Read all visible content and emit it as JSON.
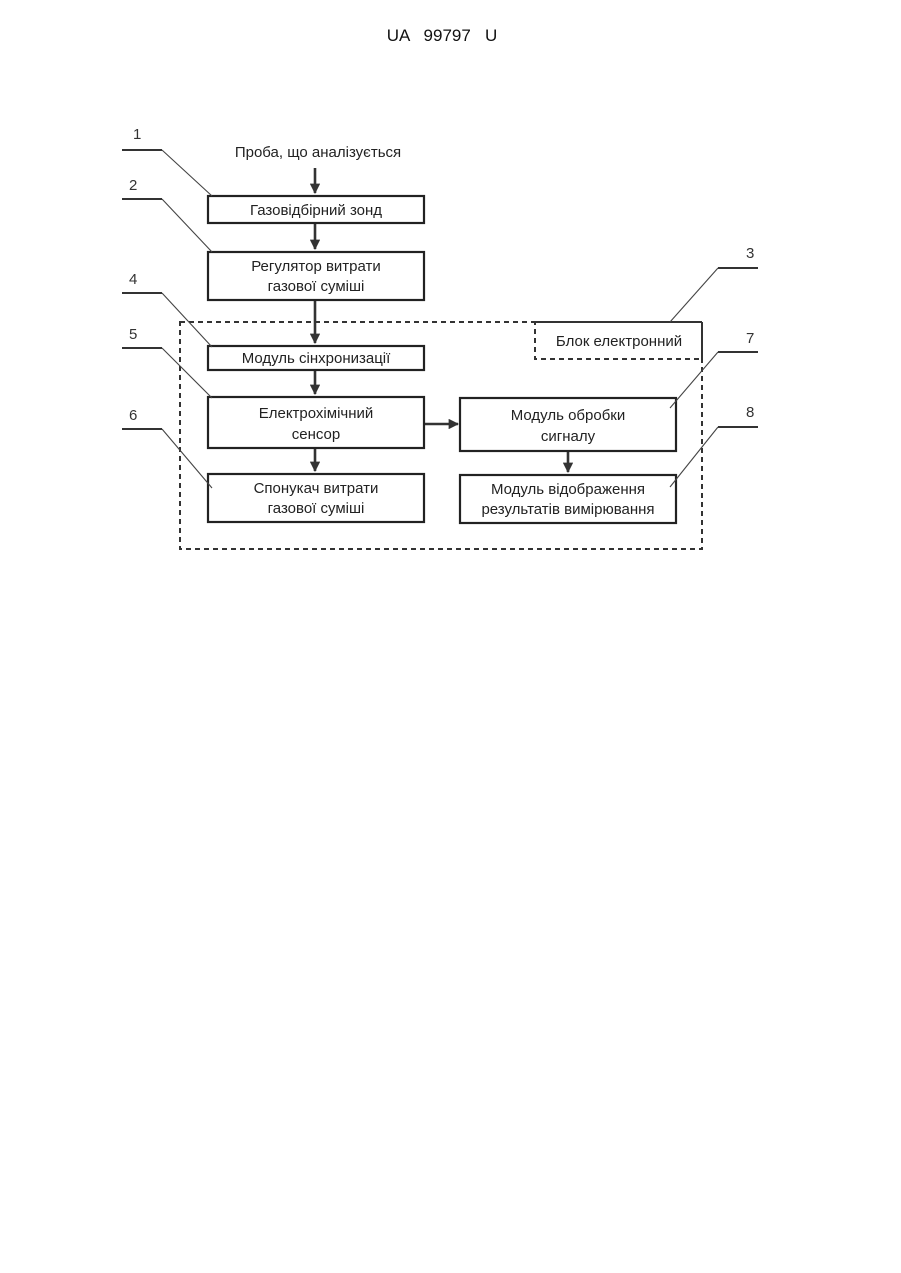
{
  "header": {
    "text": "UA   99797   U"
  },
  "input_label": "Проба, що аналізується",
  "blocks": [
    {
      "number": "1",
      "lines": [
        "Газовідбірний зонд"
      ]
    },
    {
      "number": "2",
      "lines": [
        "Регулятор витрати",
        "газової суміші"
      ]
    },
    {
      "number": "3",
      "lines": [
        "Блок електронний"
      ]
    },
    {
      "number": "4",
      "lines": [
        "Модуль сінхронизації"
      ]
    },
    {
      "number": "5",
      "lines": [
        "Електрохімічний",
        "сенсор"
      ]
    },
    {
      "number": "6",
      "lines": [
        "Спонукач витрати",
        "газової суміші"
      ]
    },
    {
      "number": "7",
      "lines": [
        "Модуль обробки",
        "сигналу"
      ]
    },
    {
      "number": "8",
      "lines": [
        "Модуль відображення",
        "результатів вимірювання"
      ]
    }
  ]
}
